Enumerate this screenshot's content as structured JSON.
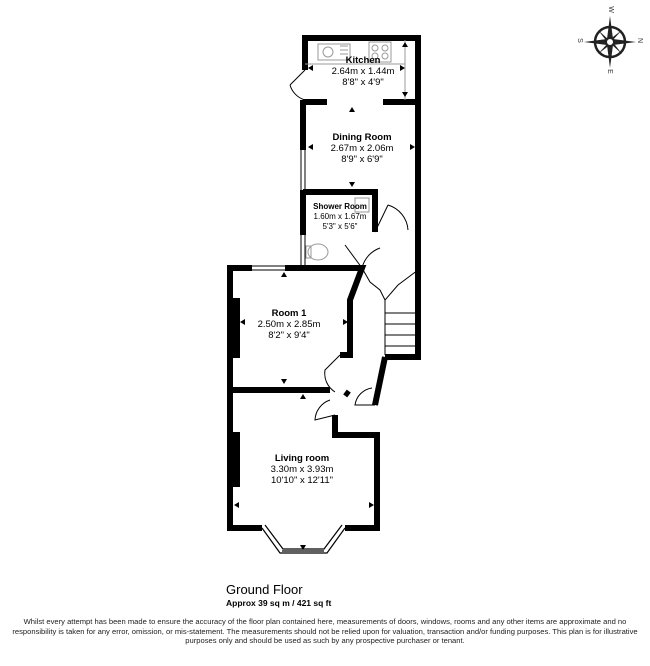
{
  "floor": {
    "title": "Ground Floor",
    "area": "Approx 39 sq m / 421 sq ft"
  },
  "rooms": [
    {
      "name": "Kitchen",
      "metric": "2.64m x 1.44m",
      "imperial": "8'8\" x 4'9\""
    },
    {
      "name": "Dining Room",
      "metric": "2.67m x 2.06m",
      "imperial": "8'9\" x 6'9\""
    },
    {
      "name": "Shower Room",
      "metric": "1.60m x 1.67m",
      "imperial": "5'3\" x 5'6\""
    },
    {
      "name": "Room 1",
      "metric": "2.50m x 2.85m",
      "imperial": "8'2\" x 9'4\""
    },
    {
      "name": "Living room",
      "metric": "3.30m x 3.93m",
      "imperial": "10'10\" x 12'11\""
    }
  ],
  "compass": {
    "icon": "compass-rose-icon",
    "n": "N",
    "s": "S",
    "e": "E",
    "w": "W"
  },
  "disclaimer": "Whilst every attempt has been made to ensure the accuracy of the floor plan contained here, measurements of doors, windows, rooms and any other items are approximate and no responsibility is taken for any error, omission, or mis-statement. The measurements should not be relied upon for valuation, transaction and/or funding purposes. This plan is for illustrative purposes only and should be used as such by any prospective purchaser or tenant.",
  "colors": {
    "wall": "#000000",
    "fixture": "#999999"
  }
}
